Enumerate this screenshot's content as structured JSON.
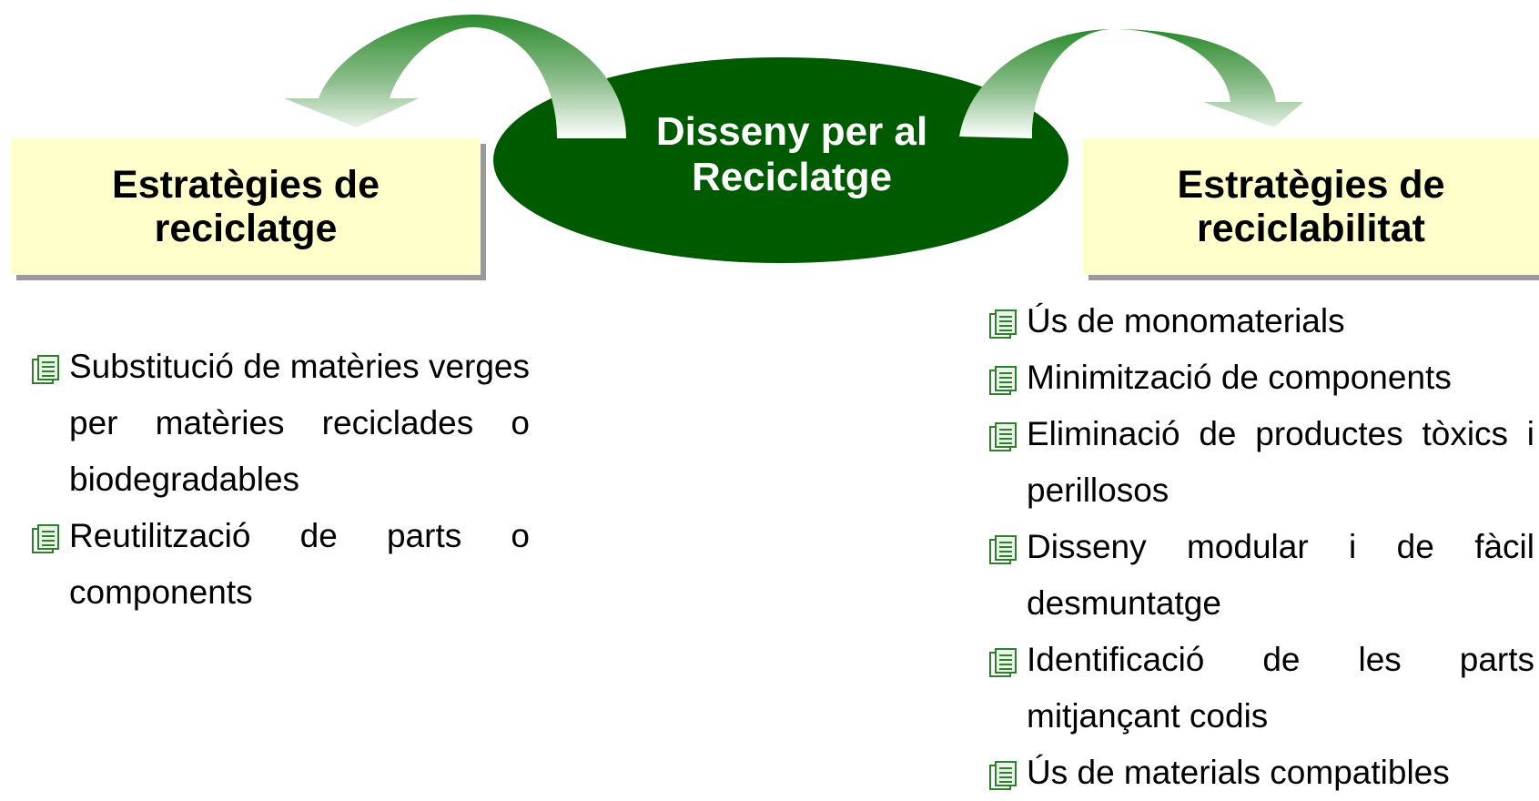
{
  "center": {
    "title_line1": "Disseny per al",
    "title_line2": "Reciclatge"
  },
  "left": {
    "title_line1": "Estratègies de",
    "title_line2": "reciclatge",
    "items": [
      "Substitució de matèries verges per matèries reciclades o biodegradables",
      "Reutilització de parts o components"
    ]
  },
  "right": {
    "title_line1": "Estratègies de",
    "title_line2": "reciclabilitat",
    "items": [
      "Ús de monomaterials",
      "Minimització de components",
      "Eliminació de productes tòxics i perillosos",
      "Disseny modular i de fàcil desmuntatge",
      "Identificació de les parts mitjançant codis",
      "Ús de materials compatibles"
    ]
  },
  "colors": {
    "ellipse": "#005a00",
    "arrow_dark": "#2b8a2b",
    "arrow_light": "#ffffff",
    "box_fill": "#ffffcc",
    "box_shadow": "#9a9a9a"
  },
  "icons": {
    "bullet": "document-stack-icon",
    "arrows": "curved-arrow-icon"
  }
}
